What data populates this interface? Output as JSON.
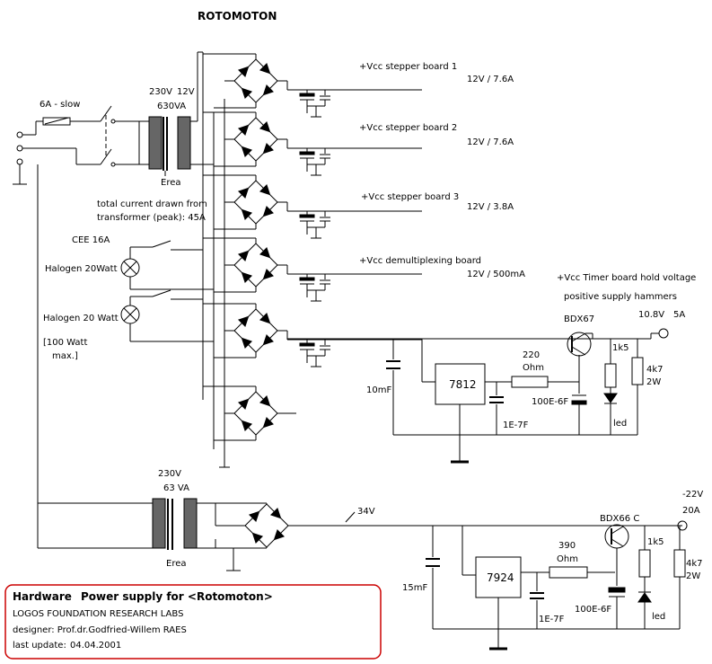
{
  "title": "ROTOMOTON",
  "fuse": {
    "label": "6A - slow"
  },
  "main_transformer": {
    "primary": "230V",
    "secondary": "12V",
    "rating": "630VA",
    "ground_label": "Erea"
  },
  "current_note": {
    "line1": "total current drawn from",
    "line2": "transformer (peak): 45A"
  },
  "cee_label": "CEE 16A",
  "halogen": [
    "Halogen 20Watt",
    "Halogen 20 Watt"
  ],
  "halogen_note": {
    "line1": "[100 Watt",
    "line2": "max.]"
  },
  "supplies": [
    {
      "name": "+Vcc stepper board 1",
      "spec": "12V /  7.6A"
    },
    {
      "name": "+Vcc stepper board 2",
      "spec": "12V /  7.6A"
    },
    {
      "name": "+Vcc stepper board 3",
      "spec": "12V / 3.8A"
    },
    {
      "name": "+Vcc demultiplexing board",
      "spec": "12V / 500mA"
    }
  ],
  "timer_board": {
    "line1": "+Vcc Timer board hold voltage",
    "line2": "positive supply hammers",
    "transistor": "BDX67",
    "output": "10.8V",
    "current": "5A",
    "regulator": "7812",
    "cap_in": "10mF",
    "cap_reg": "1E-7F",
    "resistor": "220",
    "resistor_unit": "Ohm",
    "cap_out": "100E-6F",
    "r_led": "1k5",
    "r_load": "4k7",
    "r_load_w": "2W",
    "led": "led"
  },
  "neg_transformer": {
    "primary": "230V",
    "rating": "63  VA",
    "ground_label": "Erea"
  },
  "neg_supply": {
    "rail": "34V",
    "output": "-22V",
    "current": "20A",
    "transistor": "BDX66 C",
    "regulator": "7924",
    "cap_in": "15mF",
    "cap_reg": "1E-7F",
    "resistor": "390",
    "resistor_unit": "Ohm",
    "cap_out": "100E-6F",
    "r_led": "1k5",
    "r_load": "4k7",
    "r_load_w": "2W",
    "led": "led"
  },
  "info": {
    "heading_left": "Hardware",
    "heading_right": "Power supply for  <Rotomoton>",
    "org": "LOGOS FOUNDATION RESEARCH LABS",
    "designer": "designer: Prof.dr.Godfried-Willem RAES",
    "update_label": "last update:",
    "update_date": "04.04.2001"
  }
}
